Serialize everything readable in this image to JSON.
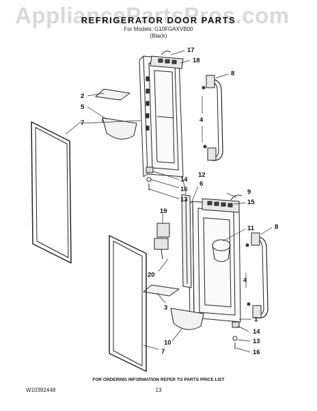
{
  "watermark": "AppliancePartsPros.com",
  "title": "REFRIGERATOR DOOR PARTS",
  "subtitle_models": "For Models: G10FGAXVB00",
  "subtitle_color": "(Black)",
  "callouts": [
    "17",
    "18",
    "8",
    "2",
    "5",
    "7",
    "4",
    "14",
    "16",
    "13",
    "12",
    "6",
    "9",
    "15",
    "19",
    "11",
    "8",
    "20",
    "4",
    "3",
    "10",
    "1",
    "14",
    "13",
    "7",
    "16"
  ],
  "footer_note": "FOR ORDERING INFORMATION REFER TO PARTS PRICE LIST",
  "doc_number": "W10392448",
  "page_number": "13"
}
